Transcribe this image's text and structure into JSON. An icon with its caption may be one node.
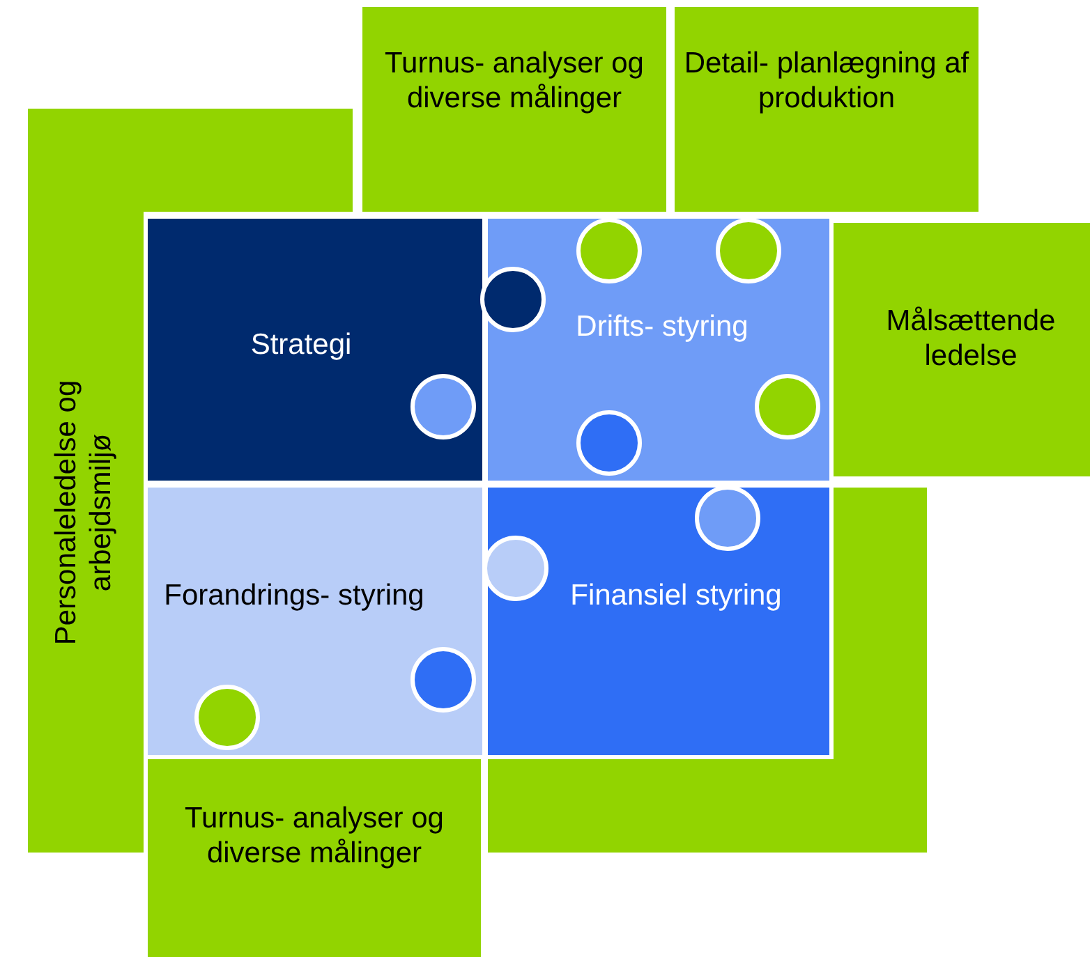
{
  "diagram": {
    "nodes": [
      {
        "text": [
          "Personaleledelse og arbejdsmiljø"
        ]
      },
      {
        "text": [
          "Turnus- analyser og diverse målinger"
        ]
      },
      {
        "text": [
          "Detail- planlægning af produktion"
        ]
      },
      {
        "text": [
          "Målsættende ledelse"
        ]
      },
      {
        "text": [
          "Strategi"
        ]
      },
      {
        "text": [
          "Drifts- styring"
        ]
      },
      {
        "text": [
          "Forandrings- styring"
        ]
      },
      {
        "text": [
          "Finansiel styring"
        ]
      },
      {
        "text": [],
        "shape": "box"
      },
      {
        "text": [
          "Turnus- analyser og diverse målinger"
        ]
      }
    ]
  }
}
